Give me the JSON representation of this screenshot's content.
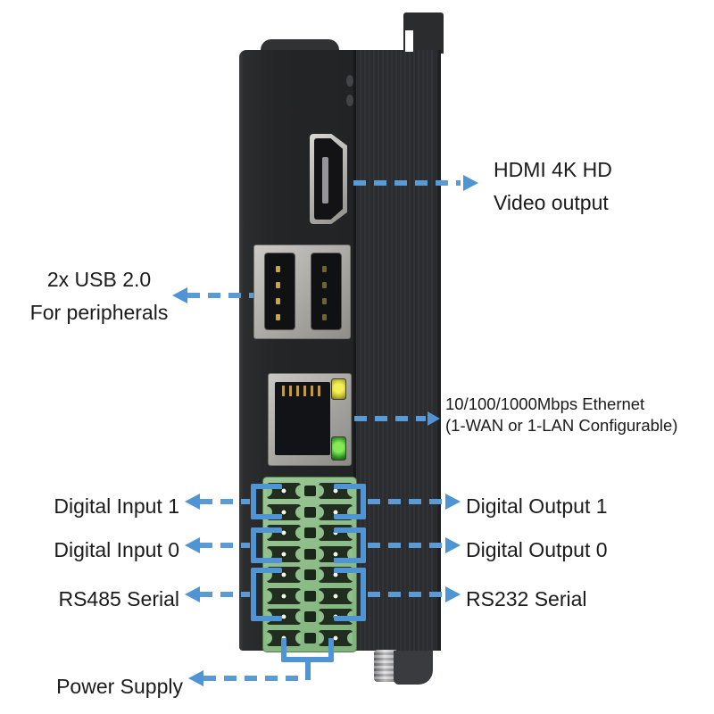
{
  "figure": {
    "type": "hardware-port-callout-diagram",
    "background": "#ffffff"
  },
  "colors": {
    "callout_blue": "#5b9bd5",
    "bracket_blue": "#4f94d4",
    "device_body": "#28292b",
    "terminal_green": "#8fc08c",
    "led_yellow": "#f4ef55",
    "led_green": "#86e956",
    "text": "#1b1b1b"
  },
  "device": {
    "name": "industrial-controller-io-panel",
    "ports": {
      "hdmi": "hdmi-port",
      "usb": "dual-usb-a-ports",
      "ethernet": "rj45-ethernet-port",
      "terminal_block": "16-pin-terminal-block",
      "power_connector": "round-power-connector"
    },
    "terminal_block": {
      "rows": 8,
      "columns": 2
    }
  },
  "callouts": {
    "hdmi": {
      "line1": "HDMI 4K HD",
      "line2": "Video output"
    },
    "usb": {
      "line1": "2x USB 2.0",
      "line2": "For peripherals"
    },
    "ethernet": {
      "line1": "10/100/1000Mbps Ethernet",
      "line2": "(1-WAN or 1-LAN Configurable)"
    },
    "digital_input_1": "Digital Input 1",
    "digital_input_0": "Digital Input 0",
    "rs485": "RS485 Serial",
    "digital_output_1": "Digital Output 1",
    "digital_output_0": "Digital Output 0",
    "rs232": "RS232 Serial",
    "power": "Power Supply"
  }
}
